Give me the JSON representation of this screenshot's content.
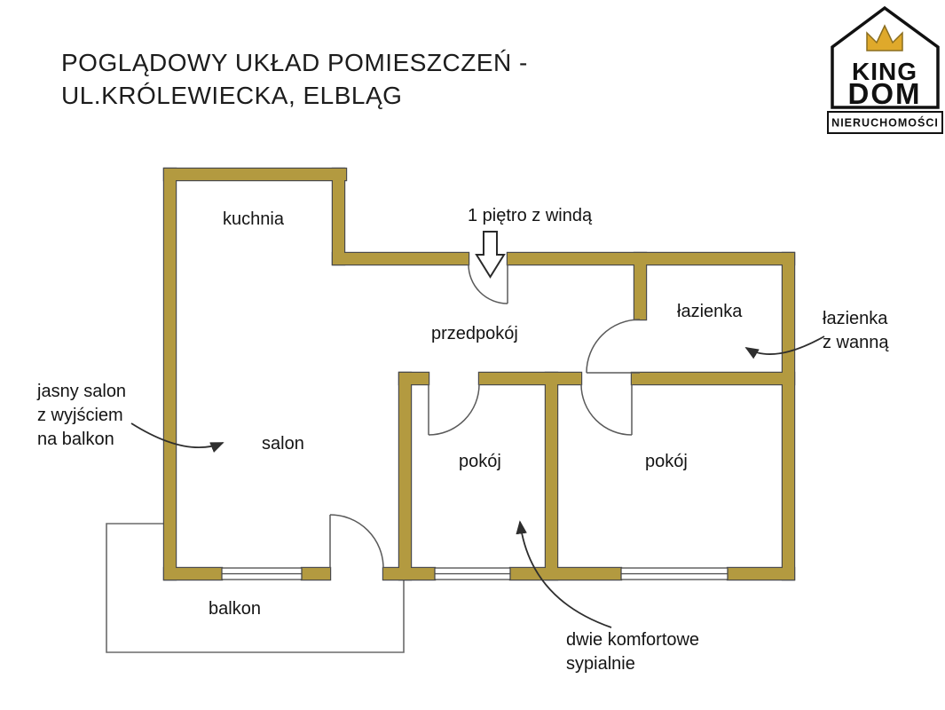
{
  "header": {
    "title_line1": "POGLĄDOWY UKŁAD POMIESZCZEŃ -",
    "title_line2": "UL.KRÓLEWIECKA, ELBLĄG"
  },
  "logo": {
    "line1": "KING",
    "line2": "DOM",
    "subtitle": "NIERUCHOMOŚCI"
  },
  "rooms": {
    "kuchnia": "kuchnia",
    "przedpokoj": "przedpokój",
    "lazienka": "łazienka",
    "salon": "salon",
    "pokoj1": "pokój",
    "pokoj2": "pokój",
    "balkon": "balkon"
  },
  "annotations": {
    "entrance": "1 piętro z windą",
    "bathroom_line1": "łazienka",
    "bathroom_line2": "z wanną",
    "salon_line1": "jasny salon",
    "salon_line2": "z wyjściem",
    "salon_line3": "na balkon",
    "bedrooms_line1": "dwie komfortowe",
    "bedrooms_line2": "sypialnie"
  },
  "colors": {
    "wall": "#b39a40",
    "wall_outline": "#4a4a4a",
    "crown": "#dfa92b"
  }
}
